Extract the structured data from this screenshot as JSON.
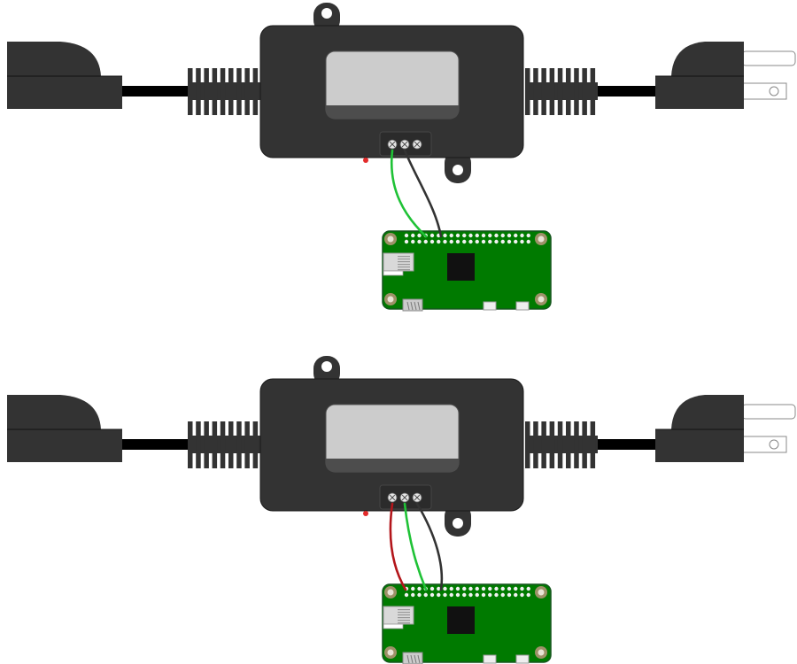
{
  "diagram": {
    "assemblies": [
      {
        "id": "top",
        "wires": [
          {
            "name": "green-wire",
            "color": "#1fc236"
          },
          {
            "name": "black-wire",
            "color": "#333333"
          }
        ]
      },
      {
        "id": "bottom",
        "wires": [
          {
            "name": "red-wire",
            "color": "#b3161b"
          },
          {
            "name": "green-wire",
            "color": "#1fc236"
          },
          {
            "name": "black-wire",
            "color": "#333333"
          }
        ]
      }
    ],
    "colors": {
      "housing": "#333333",
      "cord": "#000000",
      "display": "#cccccc",
      "display_strip": "#4d4d4d",
      "board": "#007a00",
      "board_outline": "#16561f",
      "mounting_hole": "#9e9168",
      "chip": "#111111",
      "status_led": "#e32b2b"
    }
  }
}
